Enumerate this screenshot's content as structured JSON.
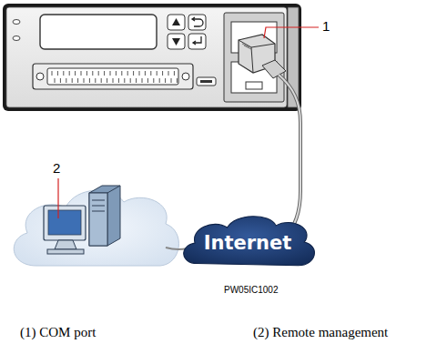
{
  "diagram": {
    "nodes": [
      {
        "text": [
          "Internet"
        ]
      }
    ],
    "labels": [
      "1",
      "2",
      "PW05IC1002",
      "(1) COM port",
      "(2) Remote management"
    ]
  }
}
